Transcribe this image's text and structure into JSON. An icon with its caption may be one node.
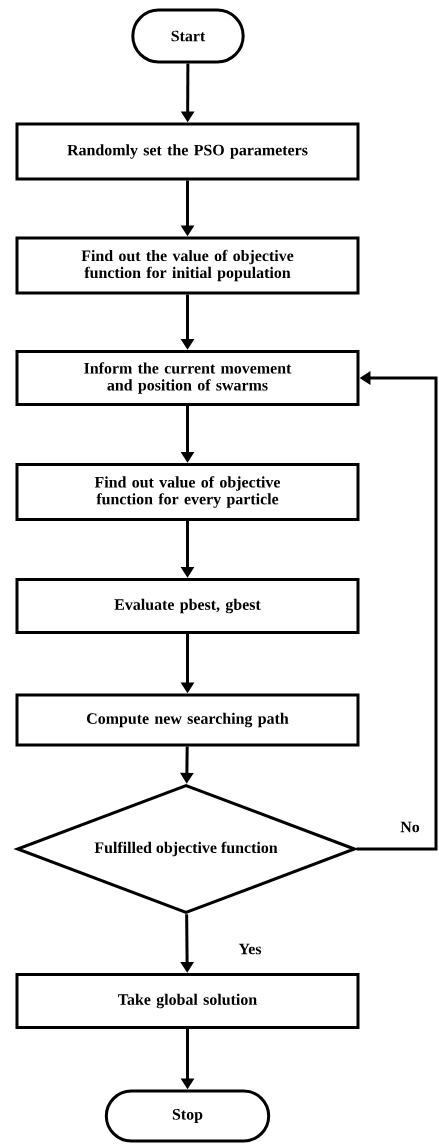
{
  "diagram": {
    "nodes": [
      {
        "text": [
          "Start"
        ]
      },
      {
        "text": [
          "Randomly set the PSO parameters"
        ]
      },
      {
        "text": [
          "Find out the value of objective function for initial population"
        ]
      },
      {
        "text": [
          "Inform the current movement and position of swarms"
        ]
      },
      {
        "text": [
          "Find out value of objective function for every particle"
        ]
      },
      {
        "text": [
          "Evaluate pbest, gbest"
        ]
      },
      {
        "text": [
          "Compute new searching path"
        ]
      },
      {
        "text": [
          "Fulfilled objective function"
        ]
      },
      {
        "text": [
          "Take global solution"
        ]
      },
      {
        "text": [
          "Stop"
        ]
      }
    ],
    "edges": [
      {
        "from": 0,
        "to": 1,
        "arrow": "to"
      },
      {
        "from": 1,
        "to": 2,
        "arrow": "to"
      },
      {
        "from": 2,
        "to": 3,
        "arrow": "to"
      },
      {
        "from": 3,
        "to": 4,
        "arrow": "to"
      },
      {
        "from": 4,
        "to": 5,
        "arrow": "to"
      },
      {
        "from": 5,
        "to": 6,
        "arrow": "to"
      },
      {
        "from": 6,
        "to": 7,
        "arrow": "to"
      },
      {
        "from": 7,
        "to": 3,
        "arrow": "to",
        "label": "No"
      },
      {
        "from": 7,
        "to": 8,
        "arrow": "to",
        "label": "Yes"
      },
      {
        "from": 8,
        "to": 9,
        "arrow": "to"
      }
    ]
  }
}
